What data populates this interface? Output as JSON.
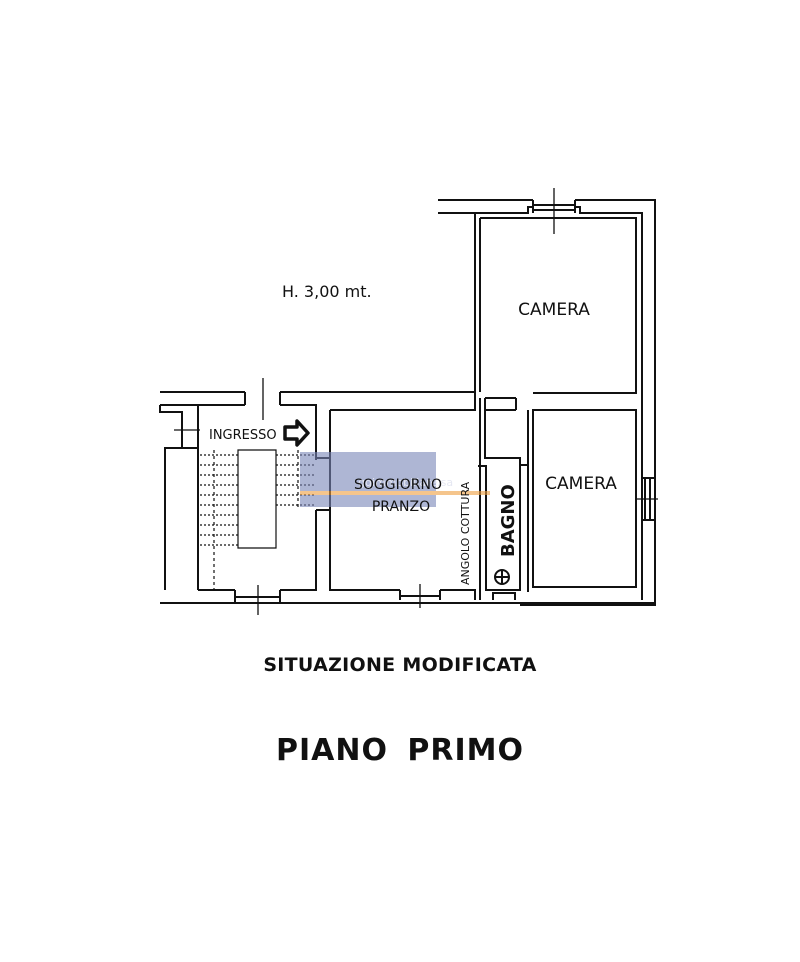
{
  "plan": {
    "height_note": "H.  3,00 mt.",
    "rooms": {
      "camera_top": "CAMERA",
      "camera_right": "CAMERA",
      "soggiorno": "SOGGIORNO",
      "pranzo": "PRANZO",
      "angolo_cottura": "ANGOLO COTTURA",
      "bagno": "BAGNO",
      "ingresso": "INGRESSO"
    },
    "watermark_text": "ggimmobiliare.sa",
    "colors": {
      "line": "#111111",
      "watermark_box": "#7a86b8",
      "watermark_bar": "#f0a040"
    }
  },
  "caption": "SITUAZIONE MODIFICATA",
  "title": "PIANO  PRIMO"
}
